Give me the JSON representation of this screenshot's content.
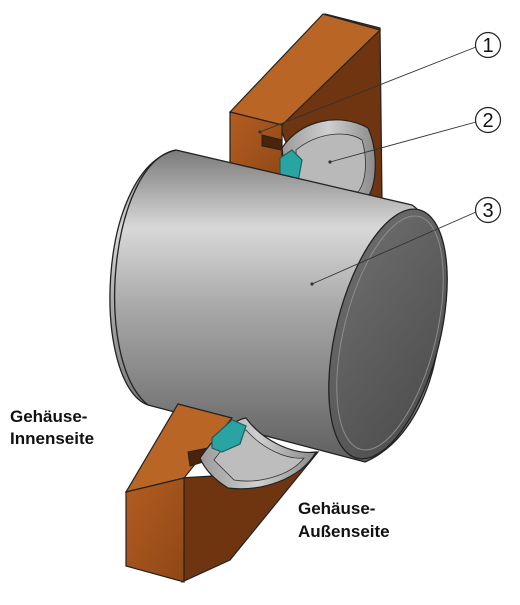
{
  "diagram": {
    "callouts": [
      {
        "number": "1",
        "part": "housing"
      },
      {
        "number": "2",
        "part": "seal"
      },
      {
        "number": "3",
        "part": "shaft"
      }
    ],
    "labels": {
      "inner_side_line1": "Gehäuse-",
      "inner_side_line2": "Innenseite",
      "outer_side_line1": "Gehäuse-",
      "outer_side_line2": "Außenseite"
    },
    "colors": {
      "housing": "#a0521b",
      "housing_shadow": "#6e3510",
      "shaft": "#8c8c8c",
      "seal": "#2aa3a3",
      "outline": "#222222"
    }
  }
}
